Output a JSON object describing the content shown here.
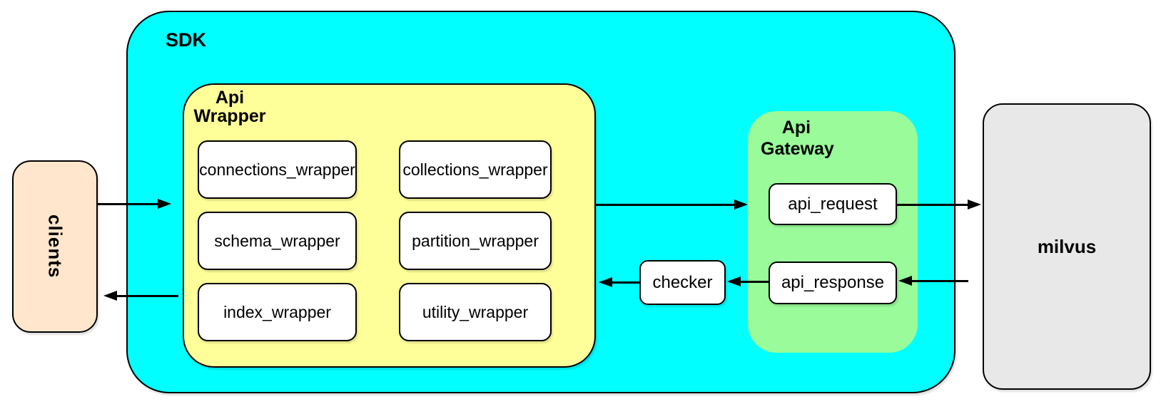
{
  "colors": {
    "sdk_fill": "#00FFFF",
    "api_wrapper_fill": "#FFFF99",
    "api_gateway_fill": "#99FB99",
    "clients_fill": "#FFE6CC",
    "milvus_fill": "#E8E8E8",
    "stroke": "#000000"
  },
  "diagram": {
    "clients": {
      "label": "clients"
    },
    "sdk": {
      "label": "SDK"
    },
    "api_wrapper": {
      "label_line1": "Api",
      "label_line2": "Wrapper",
      "boxes": [
        "connections_wrapper",
        "collections_wrapper",
        "schema_wrapper",
        "partition_wrapper",
        "index_wrapper",
        "utility_wrapper"
      ]
    },
    "checker": {
      "label": "checker"
    },
    "api_gateway": {
      "label_line1": "Api",
      "label_line2": "Gateway",
      "request_label": "api_request",
      "response_label": "api_response"
    },
    "milvus": {
      "label": "milvus"
    }
  }
}
